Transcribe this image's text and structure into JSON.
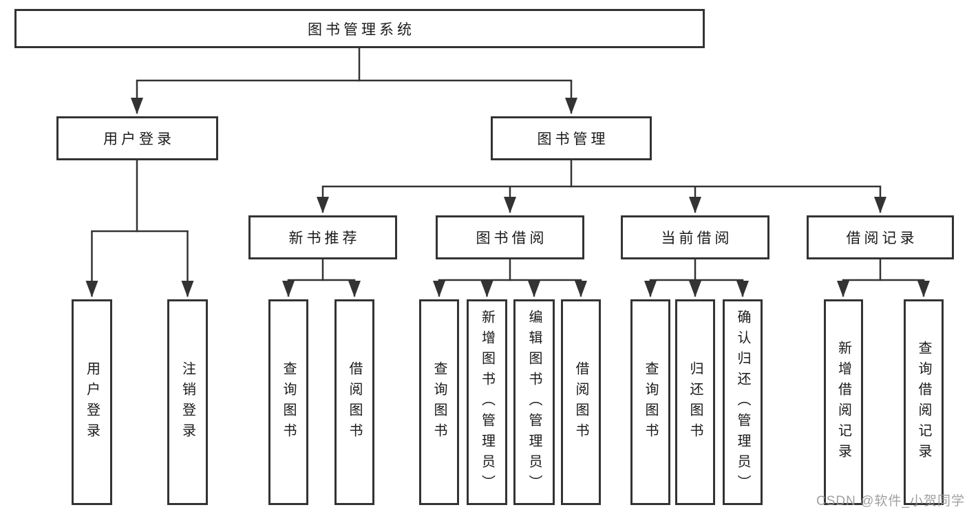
{
  "diagram": {
    "root": "图书管理系统",
    "branches": [
      {
        "label": "用户登录",
        "children": [
          "用户登录",
          "注销登录"
        ]
      },
      {
        "label": "图书管理",
        "sections": [
          {
            "label": "新书推荐",
            "children": [
              "查询图书",
              "借阅图书"
            ]
          },
          {
            "label": "图书借阅",
            "children": [
              "查询图书",
              "新增图书（管理员）",
              "编辑图书（管理员）",
              "借阅图书"
            ]
          },
          {
            "label": "当前借阅",
            "children": [
              "查询图书",
              "归还图书",
              "确认归还（管理员）"
            ]
          },
          {
            "label": "借阅记录",
            "children": [
              "新增借阅记录",
              "查询借阅记录"
            ]
          }
        ]
      }
    ]
  },
  "watermark": {
    "text": "CSDN @软件_小贺同学"
  },
  "colors": {
    "line": "#333333",
    "box_border": "#333333",
    "text": "#1a1a1a",
    "background": "#ffffff",
    "watermark": "#969696"
  }
}
